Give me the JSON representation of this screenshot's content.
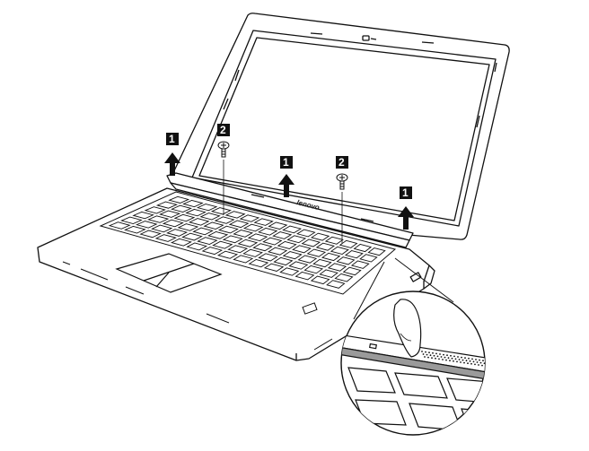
{
  "figure": {
    "brand": "lenovo",
    "steps": [
      {
        "id": "badge-left",
        "label": "1"
      },
      {
        "id": "badge-center",
        "label": "1"
      },
      {
        "id": "badge-right",
        "label": "1"
      },
      {
        "id": "screw-left",
        "label": "2"
      },
      {
        "id": "screw-center",
        "label": "2"
      }
    ]
  },
  "colors": {
    "line": "#111111",
    "badge": "#111111",
    "highlight": "#9a9a9a"
  }
}
